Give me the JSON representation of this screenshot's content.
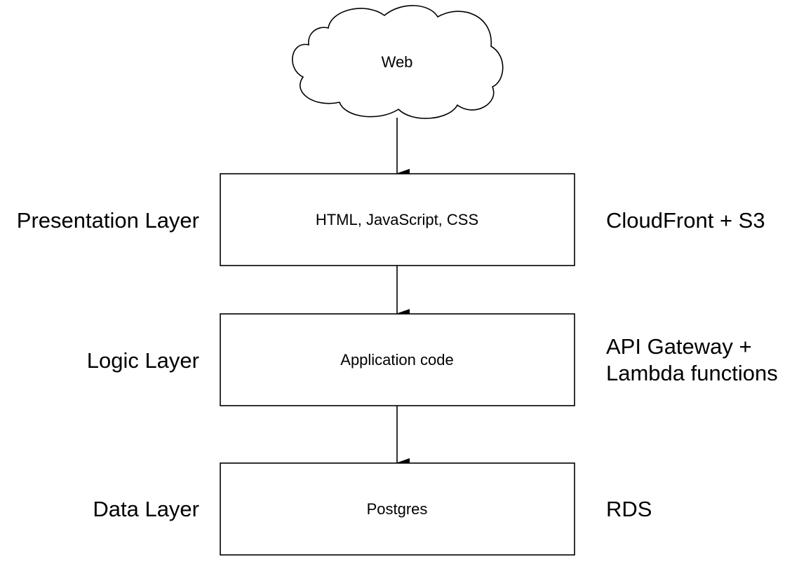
{
  "nodes": {
    "web": "Web",
    "presentation": "HTML, JavaScript, CSS",
    "logic": "Application code",
    "data": "Postgres"
  },
  "layers": {
    "presentation": "Presentation Layer",
    "logic": "Logic Layer",
    "data": "Data Layer"
  },
  "services": {
    "presentation": "CloudFront + S3",
    "logic_line1": "API Gateway +",
    "logic_line2": "Lambda functions",
    "data": "RDS"
  }
}
